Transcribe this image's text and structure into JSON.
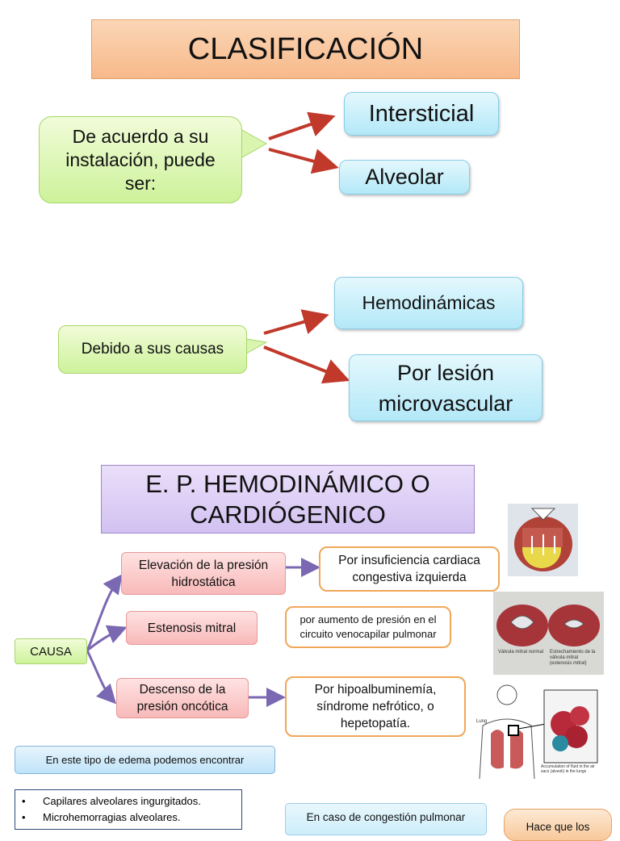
{
  "title_classification": "CLASIFICACIÓN",
  "group_installation": {
    "label": "De acuerdo a su instalación, puede ser:",
    "options": [
      "Intersticial",
      "Alveolar"
    ]
  },
  "group_causes": {
    "label": "Debido a sus causas",
    "options": [
      "Hemodinámicas",
      "Por lesión microvascular"
    ]
  },
  "title_hemodynamic": "E. P. HEMODINÁMICO O CARDIÓGENICO",
  "cause_label": "CAUSA",
  "causes": [
    {
      "cause": "Elevación de la presión hidrostática",
      "detail": "Por insuficiencia cardiaca congestiva izquierda"
    },
    {
      "cause": "Estenosis mitral",
      "detail": "por aumento  de presión en el circuito venocapilar pulmonar"
    },
    {
      "cause": "Descenso de la presión oncótica",
      "detail": "Por hipoalbuminemía, síndrome nefrótico, o hepetopatía."
    }
  ],
  "findings_header": "En este tipo de edema podemos encontrar",
  "findings": [
    "Capilares alveolares ingurgitados.",
    "Microhemorragias alveolares."
  ],
  "congestion_box": "En caso de congestión pulmonar",
  "partial_box": "Hace que los",
  "images": {
    "image1": "heart-illustration",
    "image2": "mitral-valve-photo",
    "image2_caption_left": "Válvula mitral normal",
    "image2_caption_right": "Estrechamiento de la válvula mitral (estenosis mitral)",
    "image3": "lungs-alveoli-illustration",
    "image3_label_lung": "Lung",
    "image3_caption": "Accumulation of fluid in the air sacs (alveoli) in the lungs"
  },
  "colors": {
    "arrow_red": "#c0392b",
    "connector_purple": "#7b68b3",
    "orange_border": "#f0a75a"
  }
}
